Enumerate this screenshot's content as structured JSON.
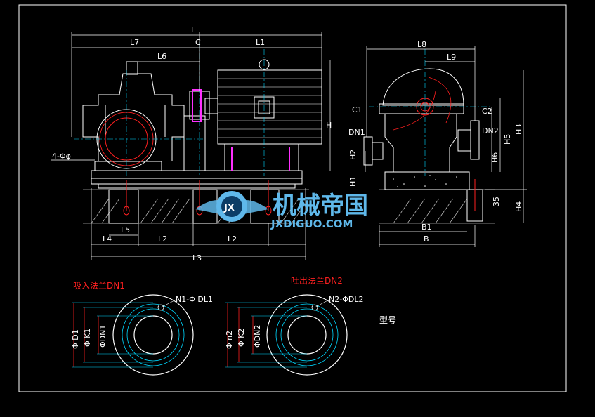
{
  "drawing": {
    "front_view_labels": {
      "L": "L",
      "C": "C",
      "L1": "L1",
      "L7": "L7",
      "L6": "L6",
      "H": "H",
      "hole": "4-Φφ",
      "L5": "L5",
      "L4": "L4",
      "L2a": "L2",
      "L2b": "L2",
      "L3": "L3"
    },
    "side_view_labels": {
      "L8": "L8",
      "L9": "L9",
      "C1": "C1",
      "C2": "C2",
      "DN1": "DN1",
      "DN2": "DN2",
      "H2": "H2",
      "H6": "H6",
      "H5": "H5",
      "H3": "H3",
      "H1": "H1",
      "H4": "H4",
      "d35": "35",
      "B1": "B1",
      "B": "B"
    },
    "suction_flange": {
      "title": "吸入法兰DN1",
      "bolt_note": "N1-Φ DL1",
      "d_outer": "Φ D1",
      "d_bolt": "Φ K1",
      "d_bore": "ΦDN1"
    },
    "discharge_flange": {
      "title": "吐出法兰DN2",
      "bolt_note": "N2-ΦDL2",
      "d_outer": "Φ n2",
      "d_bolt": "Φ K2",
      "d_bore": "ΦDN2"
    },
    "model_label": "型号"
  },
  "watermark": {
    "cn": "机械帝国",
    "en": "JXDIGUO.COM",
    "mark": "JX"
  },
  "colors": {
    "background": "#000000",
    "outline": "#ffffff",
    "center_line": "#00d8ff",
    "dimension_red": "#ff2020",
    "bolt_magenta": "#ff30ff",
    "watermark_blue": "#5fb8ea"
  }
}
